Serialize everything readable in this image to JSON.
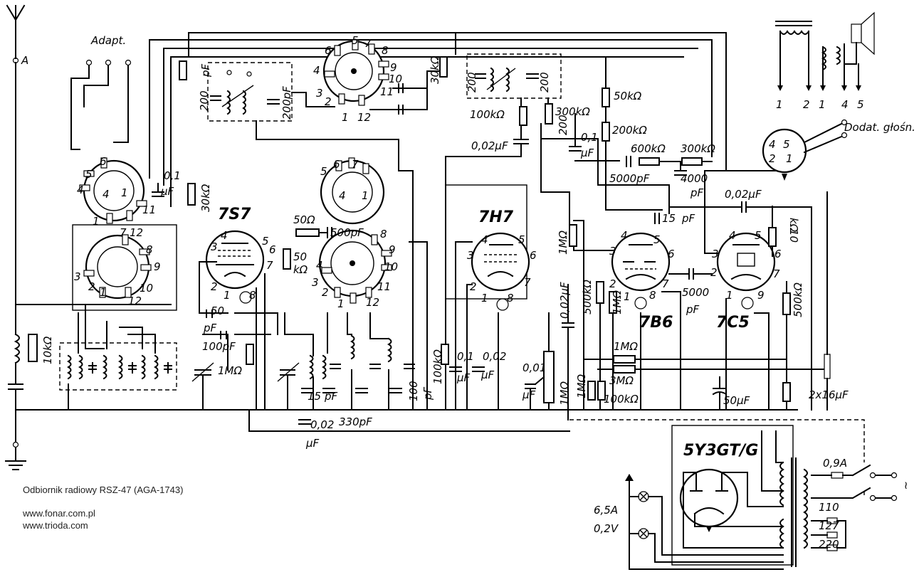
{
  "caption": {
    "title": "Odbiornik radiowy RSZ-47 (AGA-1743)",
    "url1": "www.fonar.com.pl",
    "url2": "www.trioda.com"
  },
  "schematic": {
    "antenna_label": "A",
    "adapter_label": "Adapt.",
    "tubes": {
      "t1": "7S7",
      "t2": "7H7",
      "t3": "7B6",
      "t4": "7C5",
      "rect": "5Y3GT/G"
    },
    "components": {
      "r_10k": "10kΩ",
      "c_01_left": "0,1",
      "c_01_left_unit": "μF",
      "r_30k_left": "30kΩ",
      "r_50": "50Ω",
      "c_500p": "500pF",
      "r_50k_small": "50",
      "r_50k_small_unit": "kΩ",
      "c_50p": "50",
      "c_50p_unit": "pF",
      "c_100p": "100pF",
      "r_1M_left": "1MΩ",
      "c_15p": "15",
      "c_15p_unit": "pF",
      "c_330p": "330pF",
      "c_002_bottom": "0,02",
      "c_002_bottom_unit": "μF",
      "c_100_right": "100",
      "c_100_pf": "pF",
      "r_100k_mid": "100kΩ",
      "c_01_mid": "0,1",
      "c_01_mid_unit": "μF",
      "c_002_mid": "0,02",
      "c_002_mid_unit": "μF",
      "c_001": "0,01",
      "c_001_unit": "μF",
      "r_1M_pot": "1MΩ",
      "c_002_vert": "0,02μF",
      "r_30k_top": "30kΩ",
      "c_200_a": "200",
      "c_200_b": "200",
      "c_200pf_left": "200",
      "c_200pf_left_unit": "pF",
      "c_200pf_right": "200pF",
      "r_100k_if": "100kΩ",
      "r_300k_if": "300kΩ",
      "r_200_if": "200",
      "c_002_if": "0,02μF",
      "c_01_right": "0,1",
      "c_01_right_unit": "μF",
      "r_50k_top": "50kΩ",
      "r_200k_top": "200kΩ",
      "r_600k": "600kΩ",
      "r_300k": "300kΩ",
      "c_5000_top": "5000pF",
      "c_4000": "4000",
      "c_4000_unit": "pF",
      "c_15p_right": "15",
      "c_15p_right_unit": "pF",
      "c_002_right": "0,02μF",
      "r_10k_right": "10",
      "r_10k_right_unit": "kΩ",
      "r_1M_a": "1MΩ",
      "r_500k_a": "500kΩ",
      "r_1M_b": "1MΩ",
      "c_5000_b": "5000",
      "c_5000_b_unit": "pF",
      "r_500k_b": "500kΩ",
      "r_1M_c": "1MΩ",
      "r_3M": "3MΩ",
      "r_1M_d": "1MΩ",
      "r_100k_d": "100kΩ",
      "c_50uF": "50μF",
      "c_2x16": "2x16μF",
      "fuse": "0,9A",
      "lamp_v": "6,5A",
      "lamp_a": "0,2V",
      "tap_110": "110",
      "tap_127": "127",
      "tap_220": "220",
      "mains_sym": "~"
    },
    "speaker": {
      "terms": [
        "1",
        "2",
        "1",
        "4",
        "5"
      ],
      "extra_label": "Dodat. głośn.",
      "socket_pins": [
        "4",
        "5",
        "2",
        "1"
      ]
    },
    "pins": {
      "s1": [
        "6",
        "5",
        "4",
        "4",
        "1",
        "1",
        "11"
      ],
      "s2": [
        "7",
        "12",
        "8",
        "9",
        "3",
        "2",
        "1",
        "10",
        "12"
      ],
      "s3": [
        "6",
        "5",
        "7",
        "8",
        "9",
        "10",
        "4",
        "3",
        "2",
        "1",
        "11",
        "12"
      ],
      "s4": [
        "6",
        "7",
        "5",
        "4",
        "1"
      ],
      "t7s7": [
        "4",
        "5",
        "3",
        "6",
        "2",
        "7",
        "1",
        "8"
      ],
      "t7s7b": [
        "8",
        "9",
        "4",
        "3",
        "2",
        "1",
        "11",
        "12",
        "10"
      ],
      "t7h7": [
        "4",
        "5",
        "3",
        "6",
        "2",
        "7",
        "1",
        "8"
      ],
      "t7b6": [
        "4",
        "5",
        "3",
        "6",
        "2",
        "7",
        "1",
        "8"
      ],
      "t7c5": [
        "4",
        "5",
        "3",
        "6",
        "2",
        "7",
        "1",
        "9"
      ]
    }
  }
}
